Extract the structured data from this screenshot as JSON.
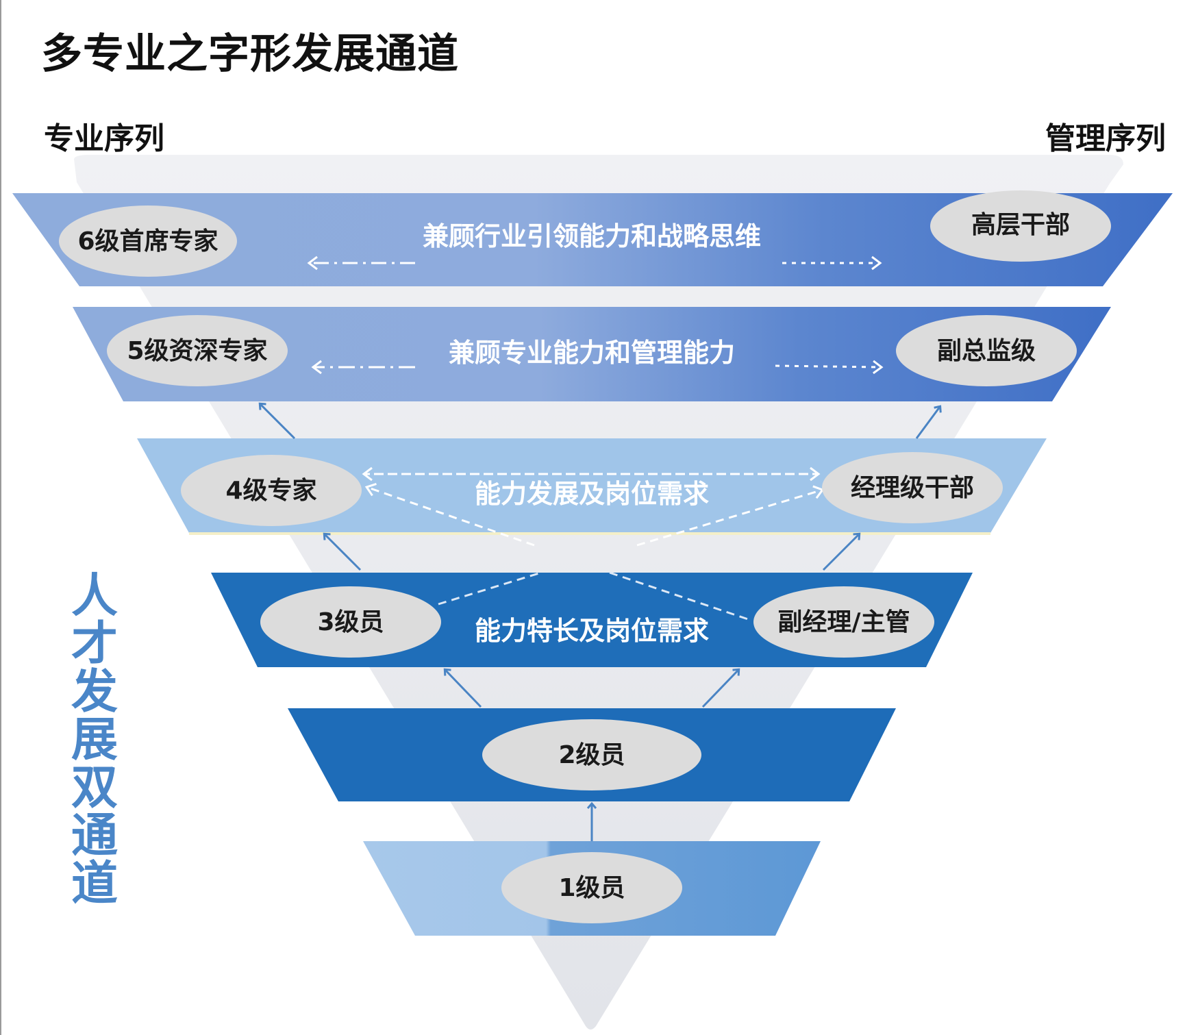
{
  "title": "多专业之字形发展通道",
  "series": {
    "left": "专业序列",
    "right": "管理序列"
  },
  "vertical_title": "人才发展双通道",
  "levels": [
    {
      "left": "6级首席专家",
      "center": "兼顾行业引领能力和战略思维",
      "right": "高层干部"
    },
    {
      "left": "5级资深专家",
      "center": "兼顾专业能力和管理能力",
      "right": "副总监级"
    },
    {
      "left": "4级专家",
      "center": "能力发展及岗位需求",
      "right": "经理级干部"
    },
    {
      "left": "3级员",
      "center": "能力特长及岗位需求",
      "right": "副经理/主管"
    },
    {
      "center_oval": "2级员"
    },
    {
      "center_oval": "1级员"
    }
  ],
  "colors": {
    "band_top_light": "#94b1de",
    "band_top_dark": "#4574c4",
    "band_mid": "#9fc4e8",
    "band_dark": "#1f6db8",
    "band_bottom": "#9fc3e8",
    "oval": "#dcdcdc",
    "backdrop": "#e8eaee",
    "arrow": "#4a84c4"
  }
}
